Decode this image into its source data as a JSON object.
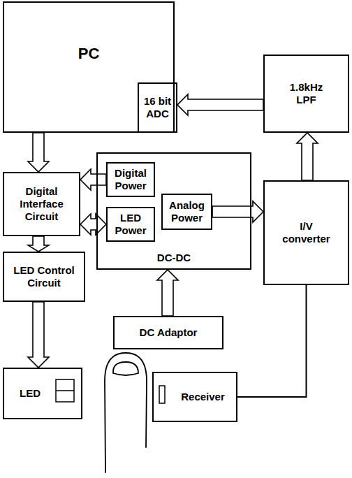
{
  "diagram": {
    "nodes": [
      {
        "text": [
          "PC"
        ]
      },
      {
        "text": [
          "16 bit ADC"
        ],
        "in": 0
      },
      {
        "text": [
          "1.8kHz LPF"
        ]
      },
      {
        "text": [
          "Digital Interface Circuit"
        ]
      },
      {
        "text": [
          "DC-DC"
        ]
      },
      {
        "text": [
          "Digital Power"
        ],
        "in": 4
      },
      {
        "text": [
          "LED Power"
        ],
        "in": 4
      },
      {
        "text": [
          "Analog Power"
        ],
        "in": 4
      },
      {
        "text": [
          "I/V converter"
        ]
      },
      {
        "text": [
          "LED Control Circuit"
        ]
      },
      {
        "text": [
          "DC Adaptor"
        ]
      },
      {
        "text": [
          "LED"
        ]
      },
      {
        "text": [
          "Receiver"
        ]
      }
    ],
    "edges": [
      {
        "from": 2,
        "to": 1,
        "arrow": "to"
      },
      {
        "from": 0,
        "to": 3,
        "arrow": "to"
      },
      {
        "from": 5,
        "to": 3,
        "arrow": "to"
      },
      {
        "from": 6,
        "to": 3,
        "arrow": "both"
      },
      {
        "from": 7,
        "to": 8,
        "arrow": "to"
      },
      {
        "from": 8,
        "to": 2,
        "arrow": "to"
      },
      {
        "from": 3,
        "to": 9,
        "arrow": "to"
      },
      {
        "from": 9,
        "to": 11,
        "arrow": "to"
      },
      {
        "from": 10,
        "to": 4,
        "arrow": "to"
      },
      {
        "from": 12,
        "to": 8,
        "arrow": "none"
      }
    ]
  }
}
